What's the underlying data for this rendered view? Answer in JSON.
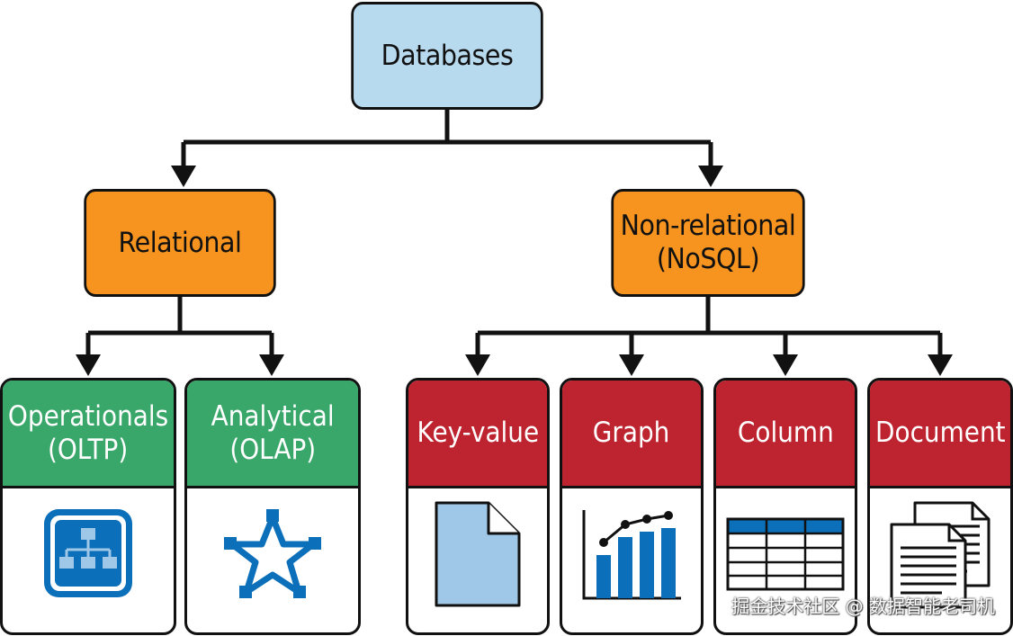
{
  "root": {
    "label": "Databases"
  },
  "categories": {
    "relational": {
      "label": "Relational"
    },
    "non_relational": {
      "line1": "Non-relational",
      "line2": "(NoSQL)"
    }
  },
  "relational_types": [
    {
      "line1": "Operationals",
      "line2": "(OLTP)",
      "icon": "hierarchy-network-icon"
    },
    {
      "line1": "Analytical",
      "line2": "(OLAP)",
      "icon": "star-network-icon"
    }
  ],
  "nosql_types": [
    {
      "label": "Key-value",
      "icon": "document-page-icon"
    },
    {
      "label": "Graph",
      "icon": "bar-line-chart-icon"
    },
    {
      "label": "Column",
      "icon": "column-table-icon"
    },
    {
      "label": "Document",
      "icon": "stacked-documents-icon"
    }
  ],
  "watermark": "掘金技术社区 @ 数据智能老司机",
  "colors": {
    "root": "#b8daef",
    "category": "#f7941f",
    "relational_type": "#3aa76a",
    "nosql_type": "#be2330",
    "icon_blue": "#0b6fba",
    "icon_light_blue": "#9fc7e7",
    "line": "#111111"
  }
}
